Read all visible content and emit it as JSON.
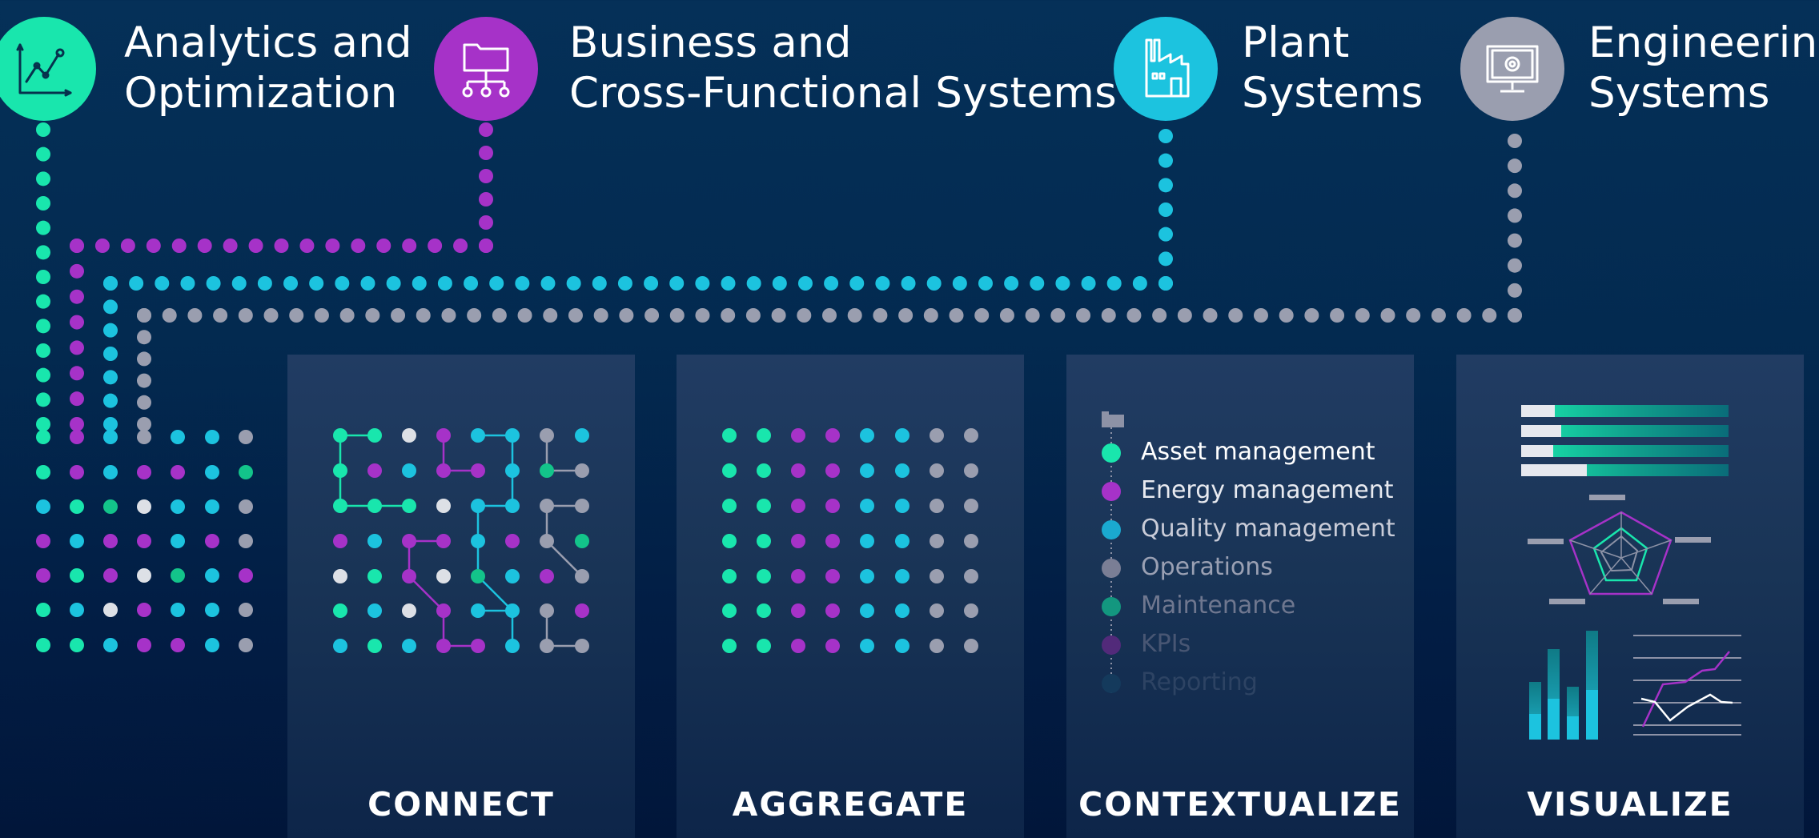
{
  "categories": [
    {
      "line1": "Analytics and",
      "line2": "Optimization",
      "color": "#19e6ad",
      "icon": "analytics-chart-icon"
    },
    {
      "line1": "Business and",
      "line2": "Cross-Functional Systems",
      "color": "#a632c8",
      "icon": "folder-network-icon"
    },
    {
      "line1": "Plant",
      "line2": "Systems",
      "color": "#1cc3df",
      "icon": "factory-icon"
    },
    {
      "line1": "Engineering",
      "line2": "Systems",
      "color": "#9a9eaf",
      "icon": "monitor-gear-icon"
    }
  ],
  "steps": [
    "CONNECT",
    "AGGREGATE",
    "CONTEXTUALIZE",
    "VISUALIZE"
  ],
  "context_items": [
    {
      "label": "Asset management",
      "color": "#19e6ad"
    },
    {
      "label": "Energy management",
      "color": "#a632c8"
    },
    {
      "label": "Quality management",
      "color": "#1aa9d0"
    },
    {
      "label": "Operations",
      "color": "#7a7e95"
    },
    {
      "label": "Maintenance",
      "color": "#13977f"
    },
    {
      "label": "KPIs",
      "color": "#522a7a"
    },
    {
      "label": "Reporting",
      "color": "#143a5c"
    }
  ],
  "colors": {
    "green": "#19e6ad",
    "purple": "#a632c8",
    "cyan": "#1cc3df",
    "gray": "#9a9eaf",
    "white_dot": "#dde0e6",
    "teal": "#13c48a",
    "panel_top": "#213c63"
  }
}
